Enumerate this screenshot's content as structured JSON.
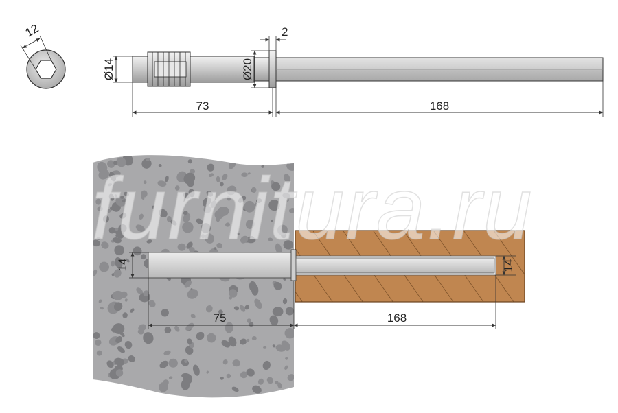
{
  "drawing": {
    "top_view": {
      "hex_size": "12",
      "diameter_sleeve": "Ø14",
      "diameter_flange": "Ø20",
      "flange_thickness": "2",
      "sleeve_length": "73",
      "rod_length": "168"
    },
    "install_view": {
      "hole_diameter_wall": "14",
      "depth_wall": "75",
      "depth_shelf": "168",
      "hole_diameter_shelf": "14"
    }
  },
  "watermark": {
    "text": "furnitura.ru"
  },
  "colors": {
    "line": "#333333",
    "steel_light": "#d5d5d5",
    "steel_dark": "#9a9a9a",
    "concrete": "#a7a7a9",
    "concrete_spot": "#7f7f82",
    "wood": "#c08650",
    "wood_dark": "#6b4420"
  }
}
